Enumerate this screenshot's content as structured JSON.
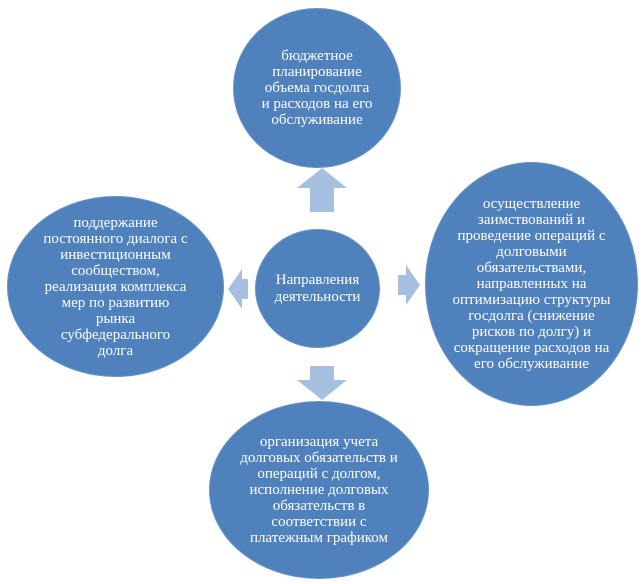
{
  "center": {
    "label": "Направления деятельности"
  },
  "nodes": {
    "top": "бюджетное планирование объема госдолга и расходов на его обслуживание",
    "right": "осуществление заимствований и проведение операций с долговыми обязательствами, направленных на оптимизацию структуры госдолга (снижение рисков по долгу) и сокращение расходов на его обслуживание",
    "bottom": "организация учета долговых обязательств и операций с долгом, исполнение долговых обязательств в соответствии с платежным графиком",
    "left": "поддержание постоянного диалога с инвестиционным сообществом, реализация комплекса мер по развитию рынка субфедерального долга"
  },
  "colors": {
    "circle_fill": "#4f81bd",
    "arrow_fill": "#a7bfde",
    "text": "#ffffff"
  }
}
